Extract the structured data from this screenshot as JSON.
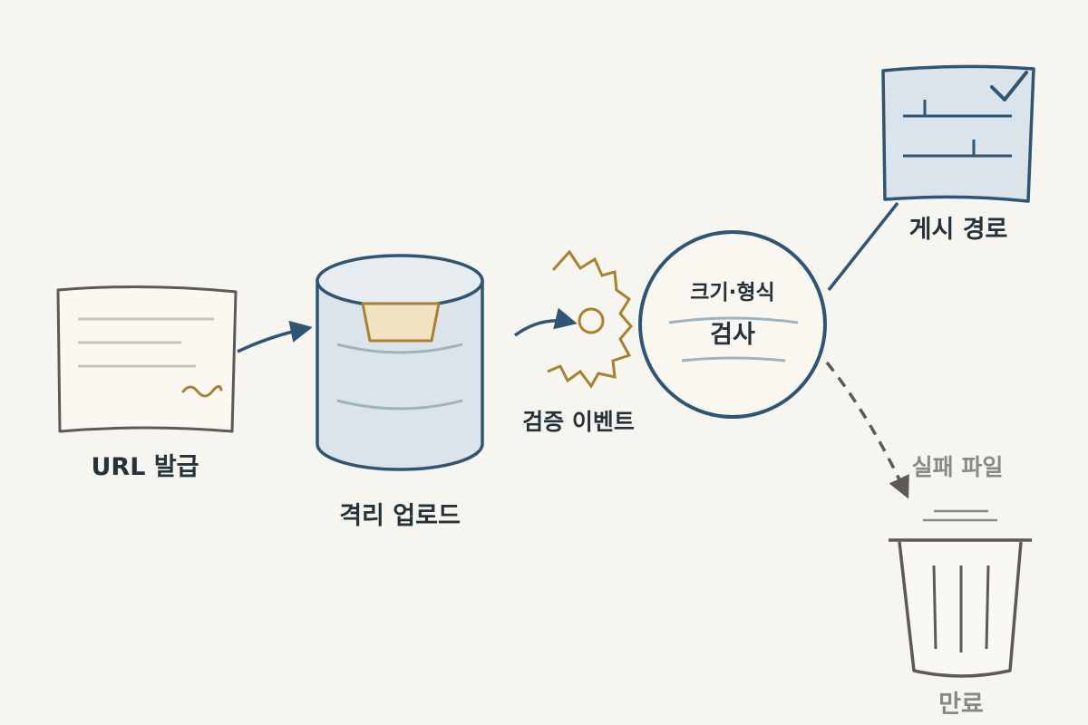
{
  "steps": {
    "issue_url": "URL 발급",
    "quarantine_upload": "격리 업로드",
    "validation_event": "검증 이벤트",
    "check_line1": "크기·형식",
    "check_line2": "검사",
    "publish_path": "게시 경로",
    "failed_file": "실패 파일",
    "expire": "만료"
  },
  "colors": {
    "background": "#f6f5f0",
    "navy": "#2f5573",
    "gold": "#a8812f",
    "outline": "#5d5a55",
    "cylinder_fill": "#dbe4ea",
    "gray_text": "#8a8884"
  }
}
